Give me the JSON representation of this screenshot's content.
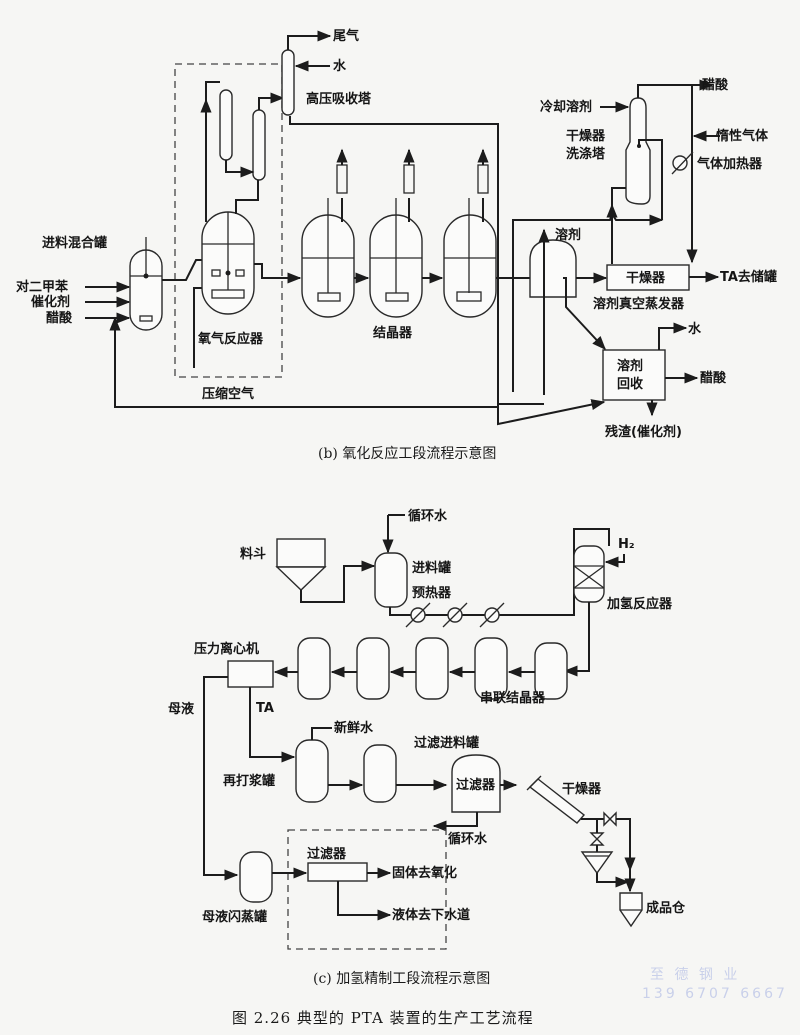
{
  "diagram_b": {
    "caption": "(b) 氧化反应工段流程示意图",
    "labels": {
      "mix_tank": "进料混合罐",
      "px": "对二甲苯",
      "catalyst": "催化剂",
      "acetic_acid_in": "醋酸",
      "oxidation_reactor": "氧气反应器",
      "compressed_air": "压缩空气",
      "tail_gas": "尾气",
      "water_in": "水",
      "hp_absorber": "高压吸收塔",
      "crystallizer": "结晶器",
      "solvent": "溶剂",
      "cooling_solvent": "冷却溶剂",
      "dryer_scrubber_1": "干燥器",
      "dryer_scrubber_2": "洗涤塔",
      "acetic_acid_out_top": "醋酸",
      "inert_gas": "惰性气体",
      "gas_heater": "气体加热器",
      "dryer": "干燥器",
      "ta_to_storage": "TA去储罐",
      "solvent_vacuum_evaporator": "溶剂真空蒸发器",
      "solvent_recovery_1": "溶剂",
      "solvent_recovery_2": "回收",
      "water_out": "水",
      "acetic_acid_out": "醋酸",
      "residue": "残渣(催化剂)"
    }
  },
  "diagram_c": {
    "caption": "(c) 加氢精制工段流程示意图",
    "labels": {
      "hopper": "料斗",
      "circulating_water_top": "循环水",
      "feed_tank": "进料罐",
      "preheater": "预热器",
      "h2": "H₂",
      "hydrogenation_reactor": "加氢反应器",
      "pressure_centrifuge": "压力离心机",
      "series_crystallizers": "串联结晶器",
      "mother_liquor": "母液",
      "ta": "TA",
      "fresh_water": "新鲜水",
      "filter_feed_tank": "过滤进料罐",
      "reslurry_tank": "再打浆罐",
      "filter_main": "过滤器",
      "dryer": "干燥器",
      "circulating_water_bottom": "循环水",
      "filter_small": "过滤器",
      "solid_to_oxidation": "固体去氧化",
      "liquid_to_sewer": "液体去下水道",
      "mother_liquor_flash_tank": "母液闪蒸罐",
      "product_silo": "成品仓"
    }
  },
  "figure_title": "图 2.26   典型的 PTA 装置的生产工艺流程",
  "watermark": {
    "company": "至 德 钢 业",
    "phone": "139 6707 6667"
  }
}
